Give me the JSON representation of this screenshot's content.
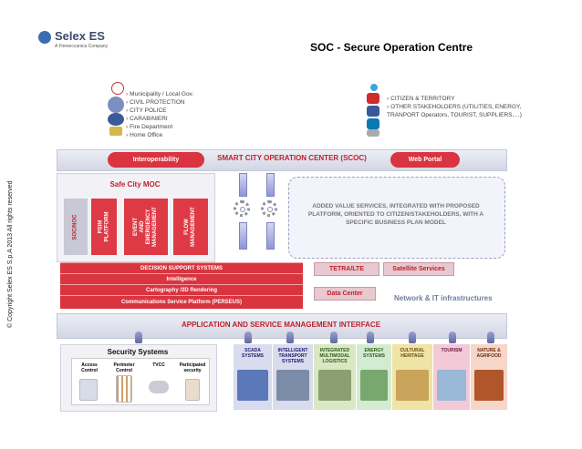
{
  "copyright": "© Copyright Selex ES S.p.A 2013 All rights reserved",
  "logo": {
    "brand": "Selex ES",
    "tagline": "A Finmeccanica Company"
  },
  "title": "SOC - Secure Operation Centre",
  "left_list": [
    "Municipality / Local  Gov.",
    "CIVIL PROTECTION",
    "CITY POLICE",
    "CARABINIERI",
    "Fire Department",
    "Home Office"
  ],
  "right_list": [
    "CITIZEN & TERRITORY",
    "OTHER STAKEHOLDERS (UTILITIES, ENERGY, TRANPORT Operators, TOURIST, SUPPLIERS,…)"
  ],
  "scoc": {
    "interoperability": "Interoperability",
    "title": "SMART CITY OPERATION CENTER (SCOC)",
    "web_portal": "Web Portal"
  },
  "moc": {
    "title": "Safe City MOC",
    "columns": [
      "SOC/NOC",
      "PSIM\nPLATFORM",
      "EVENT\nAND\nEMERGENCY\nMANAGEMENT",
      "FLOW\nMANAGEMENT"
    ]
  },
  "added_value": "ADDED  VALUE SERVICES, INTEGRATED WITH PROPOSED PLATFORM, ORIENTED TO CITIZEN/STAKEHOLDERS, WITH A SPECIFIC BUSINESS PLAN MODEL",
  "bars": [
    "DECISION SUPPORT SYSTEMS",
    "Intelligence",
    "Cartography /3D  Rendering",
    "Communications Service Platform (PERSEUS)"
  ],
  "network": {
    "tetra": "TETRA/LTE",
    "satellite": "Satellite Services",
    "data_center": "Data Center",
    "label": "Network & IT infrastructures"
  },
  "interface": "APPLICATION  AND SERVICE MANAGEMENT  INTERFACE",
  "security": {
    "title": "Security Systems",
    "columns": [
      "Access Control",
      "Perimeter Control",
      "TVCC",
      "Participated security"
    ]
  },
  "sectors": [
    {
      "label": "SCADA SYSTEMS",
      "bg": "#d9dbee",
      "color": "#1a1a6a",
      "img": "#5b78b8"
    },
    {
      "label": "INTELLIGENT TRANSPORT SYSTEMS",
      "bg": "#d9dbee",
      "color": "#1a1a6a",
      "img": "#7c8ca8"
    },
    {
      "label": "INTEGRATED MULTIMODAL LOGISTICS",
      "bg": "#d9e8c2",
      "color": "#2a5a1a",
      "img": "#8aa070"
    },
    {
      "label": "ENERGY SYSTEMS",
      "bg": "#d3ebd0",
      "color": "#2a5a1a",
      "img": "#79a86e"
    },
    {
      "label": "CULTURAL HERITAGE",
      "bg": "#efe3a6",
      "color": "#6a4a0a",
      "img": "#c9a45a"
    },
    {
      "label": "TOURISM",
      "bg": "#f3c9d8",
      "color": "#6a1a3a",
      "img": "#9ab8d8"
    },
    {
      "label": "NATURE & AGRIFOOD",
      "bg": "#f6d6c8",
      "color": "#6a2a0a",
      "img": "#b0562a"
    }
  ]
}
